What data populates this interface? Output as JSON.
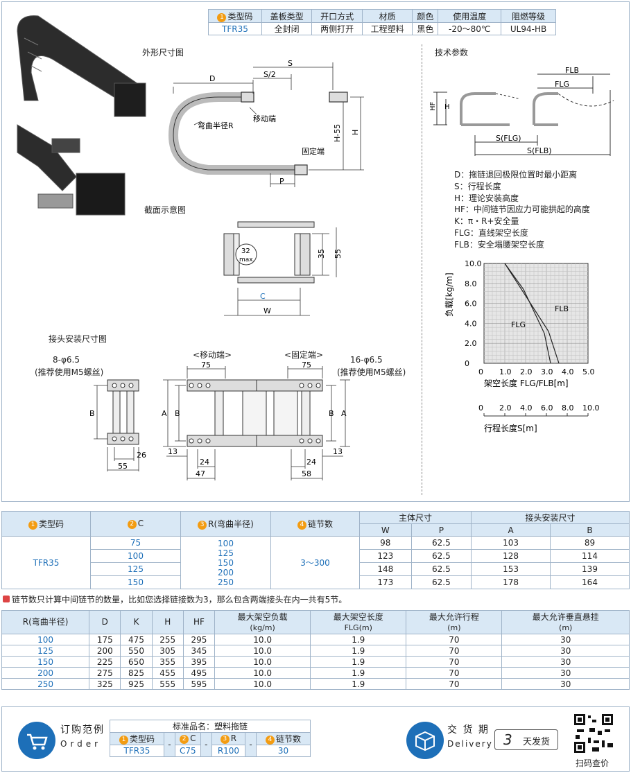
{
  "spec_table": {
    "headers": [
      "类型码",
      "盖板类型",
      "开口方式",
      "材质",
      "颜色",
      "使用温度",
      "阻燃等级"
    ],
    "values": [
      "TFR35",
      "全封闭",
      "两侧打开",
      "工程塑料",
      "黑色",
      "-20～80℃",
      "UL94-HB"
    ]
  },
  "sections": {
    "outline": "外形尺寸图",
    "tech": "技术参数",
    "section": "截面示意图",
    "joint": "接头安装尺寸图"
  },
  "outline_labels": {
    "S": "S",
    "S2": "S/2",
    "D": "D",
    "bend": "弯曲半径R",
    "moving": "移动端",
    "fixed": "固定端",
    "H55": "H-55",
    "H": "H",
    "P": "P"
  },
  "tech_labels": {
    "FLb": "FLB",
    "FLg": "FLG",
    "Hf": "HF",
    "H": "H",
    "SFLg": "S(FLG)",
    "SFLb": "S(FLB)"
  },
  "definitions": [
    "D：拖链退回极限位置时最小距离",
    "S：行程长度",
    "H：理论安装高度",
    "HF：中间链节因应力可能拱起的高度",
    "K：π・R+安全量",
    "FLG：直线架空长度",
    "FLB：安全塌腰架空长度"
  ],
  "section_labels": {
    "max": "32\nmax.",
    "d35": "35",
    "d55": "55",
    "C": "C",
    "W": "W"
  },
  "joint_labels": {
    "left_hole": "8-φ6.5",
    "left_note": "(推荐使用M5螺丝)",
    "moving": "<移动端>",
    "fixed": "<固定端>",
    "right_hole": "16-φ6.5",
    "right_note": "(推荐使用M5螺丝)",
    "d75a": "75",
    "d75b": "75",
    "B": "B",
    "A": "A",
    "d26": "26",
    "d55": "55",
    "d13a": "13",
    "d24a": "24",
    "d47": "47",
    "d24b": "24",
    "d13b": "13",
    "d58": "58"
  },
  "chart_data": {
    "type": "line",
    "ylabel": "负载[kg/m]",
    "xlabel": "架空长度 FLG/FLB[m]",
    "x2label": "行程长度S[m]",
    "xlim": [
      0,
      5.0
    ],
    "ylim": [
      0,
      10.0
    ],
    "x_ticks": [
      "0",
      "1.0",
      "2.0",
      "3.0",
      "4.0",
      "5.0"
    ],
    "y_ticks": [
      "0",
      "2.0",
      "4.0",
      "6.0",
      "8.0",
      "10.0"
    ],
    "x2_ticks": [
      "0",
      "2.0",
      "4.0",
      "6.0",
      "8.0",
      "10.0"
    ],
    "series": [
      {
        "name": "FLG",
        "x": [
          1.0,
          1.9,
          2.9,
          3.2
        ],
        "y": [
          10.0,
          7.4,
          3.0,
          0
        ]
      },
      {
        "name": "FLB",
        "x": [
          1.0,
          3.1,
          3.6
        ],
        "y": [
          10.0,
          3.2,
          0
        ]
      }
    ]
  },
  "main_table": {
    "h_type": "类型码",
    "h_c": "C",
    "h_r": "R(弯曲半径)",
    "h_links": "链节数",
    "h_body": "主体尺寸",
    "h_joint": "接头安装尺寸",
    "h_w": "W",
    "h_p": "P",
    "h_a": "A",
    "h_b": "B",
    "type": "TFR35",
    "c_values": [
      "75",
      "100",
      "125",
      "150"
    ],
    "r_values": [
      "100",
      "125",
      "150",
      "200",
      "250"
    ],
    "links": "3～300",
    "rows": [
      [
        "98",
        "62.5",
        "103",
        "89"
      ],
      [
        "123",
        "62.5",
        "128",
        "114"
      ],
      [
        "148",
        "62.5",
        "153",
        "139"
      ],
      [
        "173",
        "62.5",
        "178",
        "164"
      ]
    ]
  },
  "note": "链节数只计算中间链节的数量，比如您选择链接数为3，那么包含两端接头在内一共有5节。",
  "r_table": {
    "headers": [
      "R(弯曲半径)",
      "D",
      "K",
      "H",
      "HF",
      "最大架空负载",
      "最大架空长度",
      "最大允许行程",
      "最大允许垂直悬挂"
    ],
    "subheaders": [
      "",
      "",
      "",
      "",
      "",
      "(kg/m)",
      "FLG(m)",
      "(m)",
      "(m)"
    ],
    "rows": [
      [
        "100",
        "175",
        "475",
        "255",
        "295",
        "10.0",
        "1.9",
        "70",
        "30"
      ],
      [
        "125",
        "200",
        "550",
        "305",
        "345",
        "10.0",
        "1.9",
        "70",
        "30"
      ],
      [
        "150",
        "225",
        "650",
        "355",
        "395",
        "10.0",
        "1.9",
        "70",
        "30"
      ],
      [
        "200",
        "275",
        "825",
        "455",
        "495",
        "10.0",
        "1.9",
        "70",
        "30"
      ],
      [
        "250",
        "325",
        "925",
        "555",
        "595",
        "10.0",
        "1.9",
        "70",
        "30"
      ]
    ]
  },
  "footer": {
    "order_cn": "订购范例",
    "order_en": "Order",
    "std_name": "标准品名：塑料拖链",
    "order_headers": [
      "类型码",
      "C",
      "R",
      "链节数"
    ],
    "order_values": [
      "TFR35",
      "-",
      "C75",
      "-",
      "R100",
      "-",
      "30"
    ],
    "delivery_cn": "交 货 期",
    "delivery_en": "Delivery",
    "days": "3",
    "days_unit": "天发货",
    "qr_label": "扫码查价"
  },
  "colors": {
    "accent": "#1d6fb8",
    "badge": "#f39c12",
    "header_bg": "#d9e8f5",
    "line": "#9fb3c8"
  }
}
